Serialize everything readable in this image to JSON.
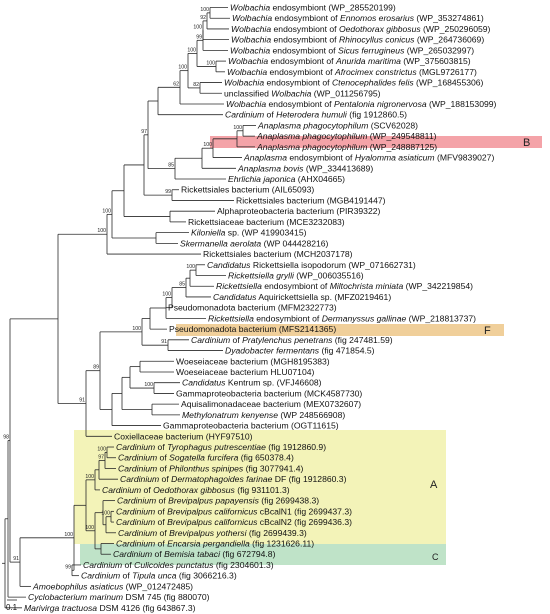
{
  "tree": {
    "tips": [
      {
        "label": "Wolbachia endosymbiont (WP_285520199)",
        "italic": "Wolbachia"
      },
      {
        "label": "Wolbachia endosymbiont of Ennomos erosarius (WP_353274861)",
        "italic": "Wolbachia",
        "italic2": "Ennomos erosarius"
      },
      {
        "label": "Wolbachia endosymbiont of Oedothorax gibbosus (WP_250296059)",
        "italic": "Wolbachia",
        "italic2": "Oedothorax gibbosus"
      },
      {
        "label": "Wolbachia endosymbiont of Rhinocyllus conicus (WP_264736069)",
        "italic": "Wolbachia",
        "italic2": "Rhinocyllus conicus"
      },
      {
        "label": "Wolbachia endosymbiont of Sicus ferrugineus (WP_265032997)",
        "italic": "Wolbachia",
        "italic2": "Sicus ferrugineus"
      },
      {
        "label": "Wolbachia endosymbiont of Anurida maritima (WP_375603815)",
        "italic": "Wolbachia",
        "italic2": "Anurida maritima"
      },
      {
        "label": "Wolbachia endosymbiont of Afrocimex constrictus (MGL9726177)",
        "italic": "Wolbachia",
        "italic2": "Afrocimex constrictus"
      },
      {
        "label": "Wolbachia endosymbiont of Ctenocephalides felis (WP_168455306)",
        "italic": "Wolbachia",
        "italic2": "Ctenocephalides felis"
      },
      {
        "label": "unclassified Wolbachia (WP_011256795)",
        "italic": "Wolbachia"
      },
      {
        "label": "Wolbachia endosymbiont of Pentalonia nigronervosa (WP_188153099)",
        "italic": "Wolbachia",
        "italic2": "Pentalonia nigronervosa"
      },
      {
        "label": "Cardinium of Heterodera humuli (fig 1912860.5)",
        "italic": "Cardinium",
        "italic2": "Heterodera humuli",
        "clade": "B"
      },
      {
        "label": "Anaplasma phagocytophilum (SCV62028)",
        "italic": "Anaplasma phagocytophilum"
      },
      {
        "label": "Anaplasma phagocytophilum (WP_249548811)",
        "italic": "Anaplasma phagocytophilum"
      },
      {
        "label": "Anaplasma phagocytophilum (WP_248887125)",
        "italic": "Anaplasma phagocytophilum"
      },
      {
        "label": "Anaplasma endosymbiont of Hyalomma asiaticum (MFV9839027)",
        "italic": "Anaplasma",
        "italic2": "Hyalomma asiaticum"
      },
      {
        "label": "Anaplasma bovis (WP_334413689)",
        "italic": "Anaplasma bovis"
      },
      {
        "label": "Ehrlichia japonica (AHX04665)",
        "italic": "Ehrlichia japonica"
      },
      {
        "label": "Rickettsiales bacterium (AIL65093)"
      },
      {
        "label": "Rickettsiales bacterium (MGB4191447)"
      },
      {
        "label": "Alphaproteobacteria bacterium (PIR39322)"
      },
      {
        "label": "Rickettsiaceae bacterium (MCE3232083)"
      },
      {
        "label": "Kiloniella sp. (WP 419903415)",
        "italic": "Kiloniella"
      },
      {
        "label": "Skermanella aerolata (WP 044428216)",
        "italic": "Skermanella aerolata"
      },
      {
        "label": "Rickettsiales bacterium (MCH2037178)"
      },
      {
        "label": "Candidatus Rickettsiella isopodorum (WP_071662731)",
        "italic": "Candidatus"
      },
      {
        "label": "Rickettsiella grylli (WP_006035516)",
        "italic": "Rickettsiella grylli"
      },
      {
        "label": "Rickettsiella endosymbiont of Miltochrista miniata (WP_342219854)",
        "italic": "Rickettsiella",
        "italic2": "Miltochrista miniata"
      },
      {
        "label": "Candidatus Aquirickettsiella sp. (MFZ0219461)",
        "italic": "Candidatus"
      },
      {
        "label": "Pseudomonadota bacterium (MFM2322773)"
      },
      {
        "label": "Rickettsiella endosymbiont of Dermanyssus gallinae (WP_218813737)",
        "italic": "Rickettsiella",
        "italic2": "Dermanyssus gallinae"
      },
      {
        "label": "Pseudomonadota bacterium (MFS2141365)"
      },
      {
        "label": "Cardinium of Pratylenchus penetrans (fig 247481.59)",
        "italic": "Cardinium",
        "italic2": "Pratylenchus penetrans",
        "clade": "F"
      },
      {
        "label": "Dyadobacter fermentans (fig 471854.5)",
        "italic": "Dyadobacter fermentans"
      },
      {
        "label": "Woeseiaceae bacterium (MGH8195383)"
      },
      {
        "label": "Woeseiaceae bacterium HLU07104)"
      },
      {
        "label": "Candidatus Kentrum sp. (VFJ46608)",
        "italic": "Candidatus"
      },
      {
        "label": "Gammaproteobacteria bacterium (MCK4587730)"
      },
      {
        "label": "Aquisalimonadaceae bacterium (MEX0732607)"
      },
      {
        "label": "Methylonatrum kenyense (WP 248566908)",
        "italic": "Methylonatrum kenyense"
      },
      {
        "label": "Gammaproteobacteria bacterium (OGT11615)"
      },
      {
        "label": "Coxiellaceae bacterium (HYF97510)"
      },
      {
        "label": "Cardinium of Tyrophagus putrescentiae (fig 1912860.9)",
        "italic": "Cardinium",
        "italic2": "Tyrophagus putrescentiae",
        "clade": "A"
      },
      {
        "label": "Cardinium of Sogatella furcifera (fig 650378.4)",
        "italic": "Cardinium",
        "italic2": "Sogatella furcifera",
        "clade": "A"
      },
      {
        "label": "Cardinium of Philonthus spinipes (fig 3077941.4)",
        "italic": "Cardinium",
        "italic2": "Philonthus spinipes",
        "clade": "A"
      },
      {
        "label": "Cardinium of Dermatophagoides farinae DF (fig 1912860.3)",
        "italic": "Cardinium",
        "italic2": "Dermatophagoides farinae",
        "clade": "A"
      },
      {
        "label": "Cardinium of Oedothorax gibbosus (fig 931101.3)",
        "italic": "Cardinium",
        "italic2": "Oedothorax gibbosus",
        "clade": "A"
      },
      {
        "label": "Cardinium of Brevipalpus papayensis (fig 2699438.3)",
        "italic": "Cardinium",
        "italic2": "Brevipalpus papayensis",
        "clade": "A"
      },
      {
        "label": "Cardinium of Brevipalpus californicus cBcalN1 (fig 2699437.3)",
        "italic": "Cardinium",
        "italic2": "Brevipalpus californicus",
        "clade": "A"
      },
      {
        "label": "Cardinium of Brevipalpus californicus cBcalN2 (fig 2699436.3)",
        "italic": "Cardinium",
        "italic2": "Brevipalpus californicus",
        "clade": "A"
      },
      {
        "label": "Cardinium of Brevipalpus yothersi (fig 2699439.3)",
        "italic": "Cardinium",
        "italic2": "Brevipalpus yothersi",
        "clade": "A"
      },
      {
        "label": "Cardinium of Encarsia pergandiella (fig 1231626.11)",
        "italic": "Cardinium",
        "italic2": "Encarsia pergandiella",
        "clade": "A"
      },
      {
        "label": "Cardinium of Bemisia tabaci (fig 672794.8)",
        "italic": "Cardinium",
        "italic2": "Bemisia tabaci",
        "clade": "A"
      },
      {
        "label": "Cardinium of Culicoides punctatus (fig 2304601.3)",
        "italic": "Cardinium",
        "italic2": "Culicoides punctatus",
        "clade": "C"
      },
      {
        "label": "Cardinium of Tipula unca (fig 3066216.3)",
        "italic": "Cardinium",
        "italic2": "Tipula unca",
        "clade": "C"
      },
      {
        "label": "Amoebophilus asiaticus (WP_012472485)",
        "italic": "Amoebophilus asiaticus"
      },
      {
        "label": "Cyclobacterium marinum DSM 745 (fig 880070)",
        "italic": "Cyclobacterium marinum"
      },
      {
        "label": "Marivirga tractuosa DSM 4126 (fig 643867.3)",
        "italic": "Marivirga tractuosa"
      }
    ],
    "bootstrap": [
      "100",
      "92",
      "100",
      "99",
      "100",
      "100",
      "82",
      "100",
      "62",
      "100",
      "85",
      "100",
      "99",
      "100",
      "100",
      "97",
      "100",
      "85",
      "100",
      "100",
      "91",
      "100",
      "89",
      "91",
      "98",
      "100",
      "97",
      "100",
      "100",
      "100",
      "100",
      "91",
      "99"
    ],
    "clades": [
      {
        "name": "A",
        "label": "A",
        "color": "#f3f3b8"
      },
      {
        "name": "B",
        "label": "B",
        "color": "#f4a3a8"
      },
      {
        "name": "C",
        "label": "C",
        "color": "#bfe3c8"
      },
      {
        "name": "F",
        "label": "F",
        "color": "#f0cf9a"
      }
    ],
    "scale_bar": "0.1"
  }
}
